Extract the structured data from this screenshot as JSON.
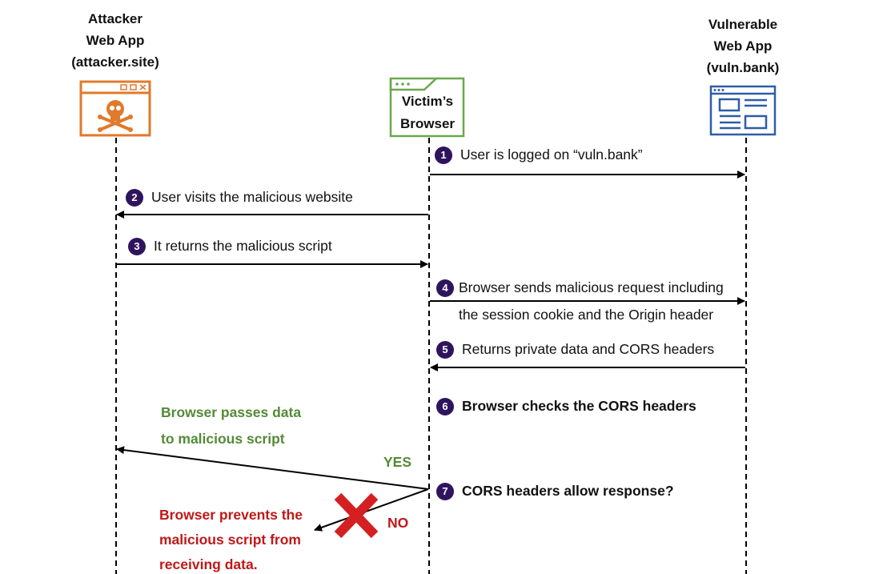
{
  "actors": {
    "attacker": {
      "lines": [
        "Attacker",
        "Web App",
        "(attacker.site)"
      ],
      "color": "#e07a2c"
    },
    "browser": {
      "lines": [
        "Victim’s",
        "Browser"
      ],
      "color": "#6aa84f"
    },
    "vulnerable": {
      "lines": [
        "Vulnerable",
        "Web App",
        "(vuln.bank)"
      ],
      "color": "#2f5ca8"
    }
  },
  "steps": [
    {
      "num": "1",
      "text": "User is logged on “vuln.bank”"
    },
    {
      "num": "2",
      "text": "User visits the malicious website"
    },
    {
      "num": "3",
      "text": "It returns the malicious script"
    },
    {
      "num": "4",
      "text": "Browser sends malicious request including",
      "text2": "the session cookie and the Origin header"
    },
    {
      "num": "5",
      "text": "Returns private data and CORS headers"
    },
    {
      "num": "6",
      "text": "Browser checks the CORS headers"
    },
    {
      "num": "7",
      "text": "CORS headers allow response?"
    }
  ],
  "yes_branch": {
    "label": "YES",
    "text1": "Browser passes data",
    "text2": "to malicious script"
  },
  "no_branch": {
    "label": "NO",
    "text1": "Browser prevents the",
    "text2": "malicious script from",
    "text3": "receiving data."
  },
  "colors": {
    "step_circle": "#2f145d",
    "yes": "#548a37",
    "no": "#c01818",
    "cross": "#d42020"
  },
  "icons": {
    "attacker": "skull-crossbones-browser-icon",
    "browser": "browser-window-icon",
    "vulnerable": "web-page-icon",
    "no": "red-x-icon"
  }
}
